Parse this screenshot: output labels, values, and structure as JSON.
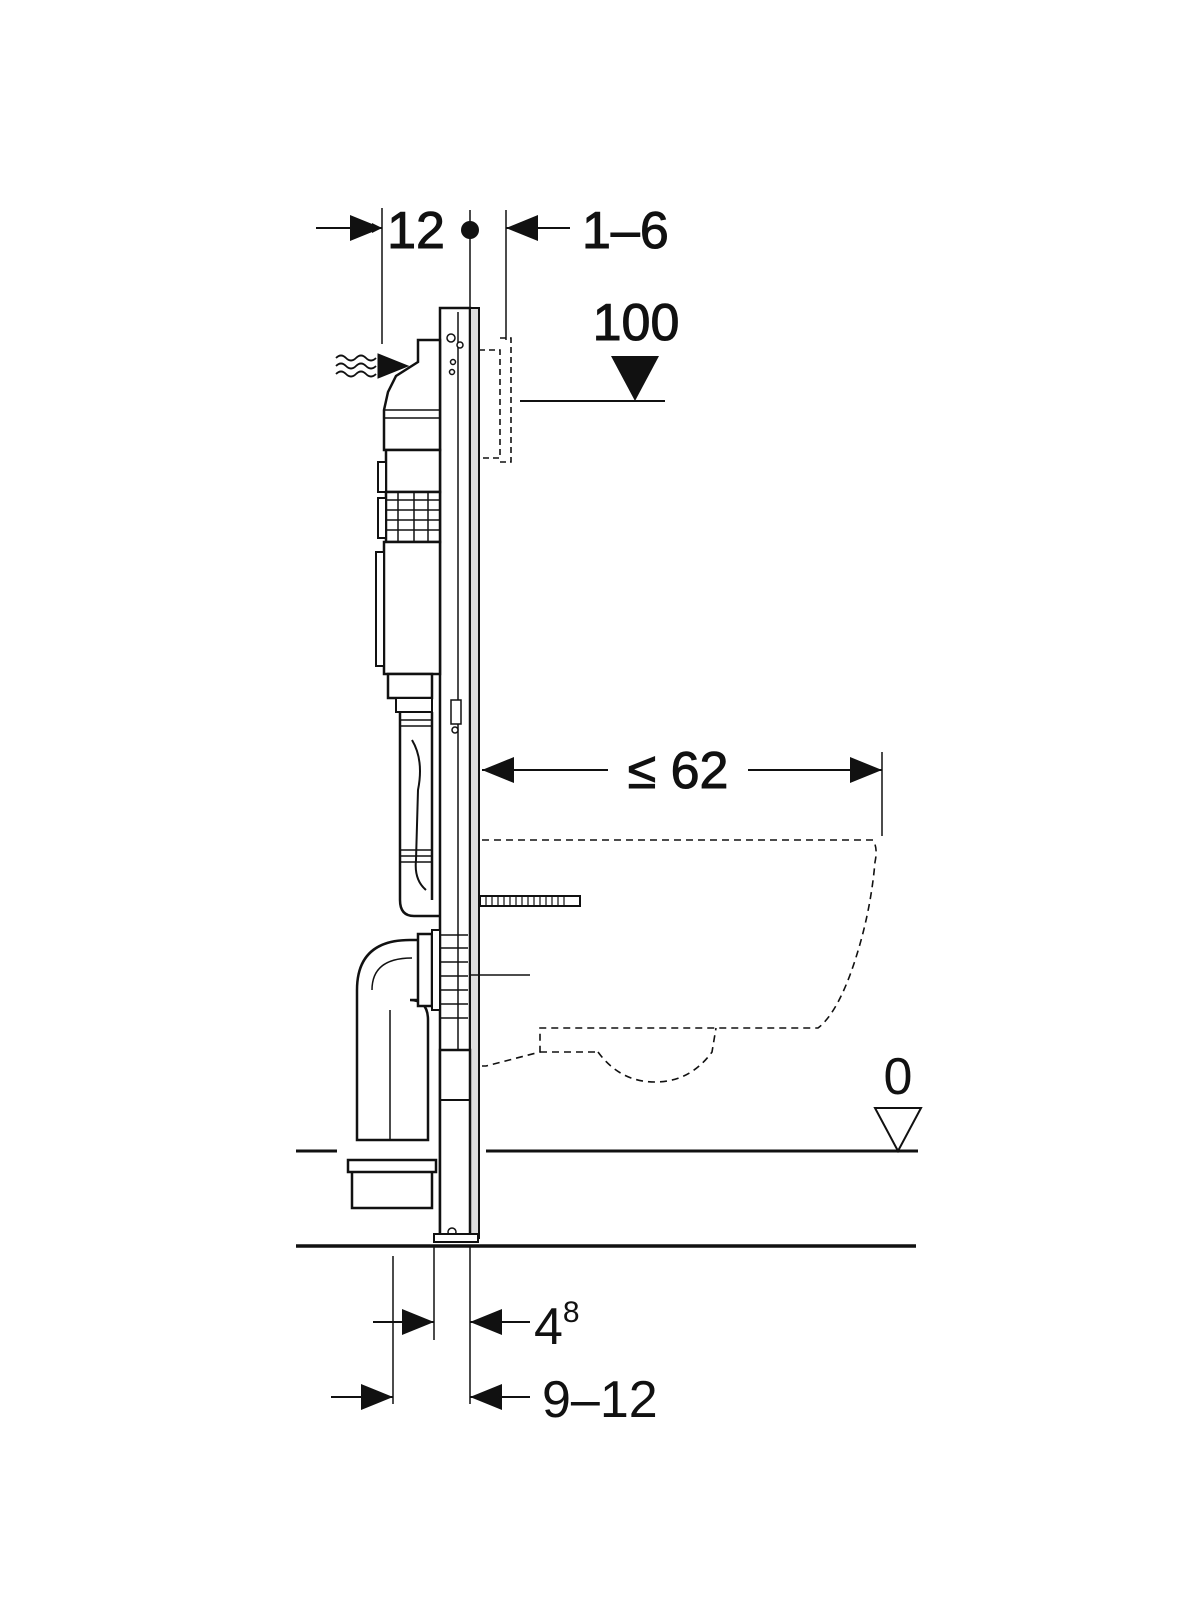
{
  "dimensions": {
    "top_left": "12",
    "top_right": "1–6",
    "elevation_upper": "100",
    "distance_front": "≤ 62",
    "floor_level": "0",
    "bottom_inner_base": "4",
    "bottom_inner_sup": "8",
    "bottom_outer": "9–12"
  },
  "colors": {
    "ink": "#111111",
    "background": "#ffffff"
  }
}
